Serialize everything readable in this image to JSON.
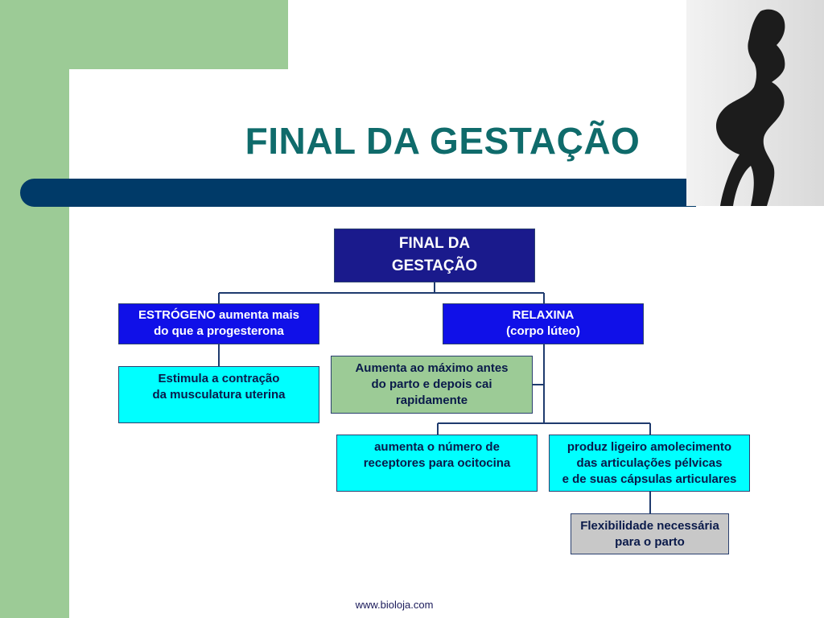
{
  "slide": {
    "title": "FINAL DA GESTAÇÃO",
    "footer": "www.bioloja.com"
  },
  "diagram": {
    "root": "FINAL DA\nGESTAÇÃO",
    "estrogeno": "ESTRÓGENO aumenta mais\ndo que a progesterona",
    "estrogeno_effect": "Estimula a contração\nda musculatura uterina",
    "relaxina": "RELAXINA\n(corpo lúteo)",
    "relaxina_note": "Aumenta ao máximo antes\ndo parto e depois cai\nrapidamente",
    "receptores": "aumenta o número de\nreceptores para ocitocina",
    "amolecimento": "produz ligeiro amolecimento\ndas articulações pélvicas\ne de suas cápsulas articulares",
    "flexibilidade": "Flexibilidade necessária\npara o parto"
  },
  "colors": {
    "title": "#0f6b6b",
    "bar": "#003a68",
    "accent_green": "#9ccb96",
    "box_root": "#1a1a8c",
    "box_blue": "#1010e8",
    "box_cyan": "#00ffff",
    "box_gray": "#c8c8c8"
  },
  "image": {
    "photo_icon": "pregnant-woman-silhouette-photo"
  }
}
